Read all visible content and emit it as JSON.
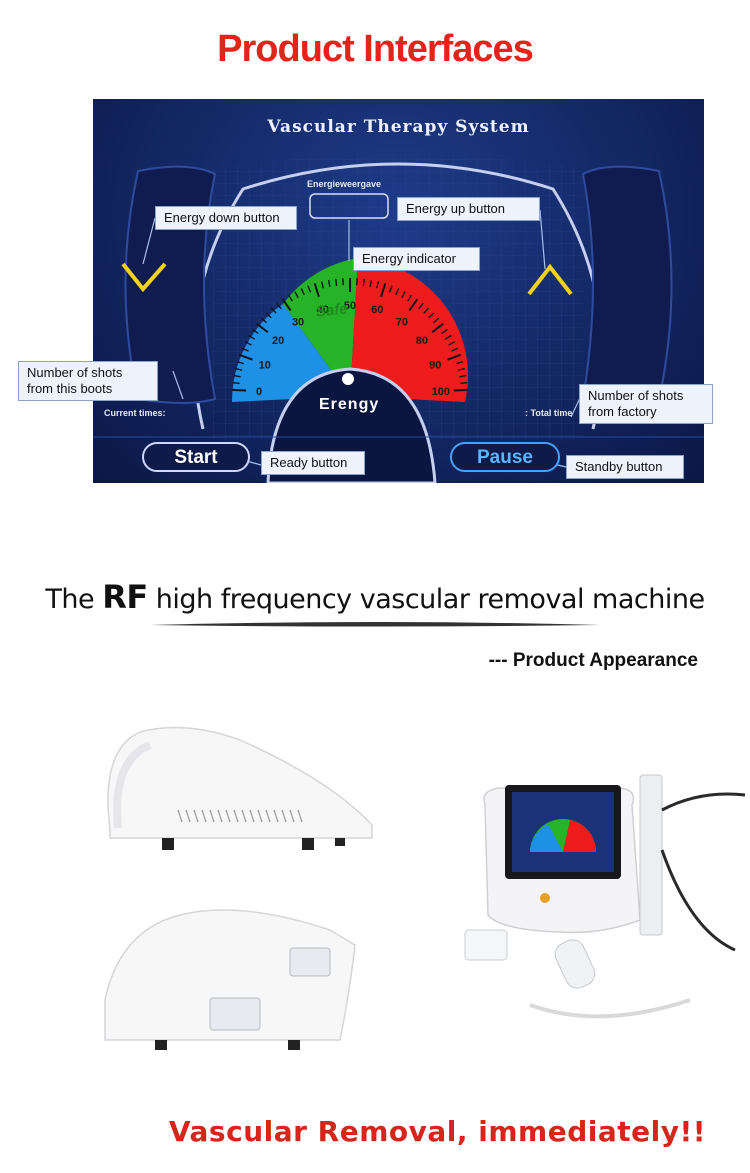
{
  "header": {
    "title": "Product Interfaces"
  },
  "screen": {
    "title": "Vascular Therapy System",
    "display_label": "Energieweergave",
    "gauge_label": "Erengy",
    "safe_label": "Safe",
    "ticks": [
      "0",
      "10",
      "20",
      "30",
      "40",
      "50",
      "60",
      "70",
      "80",
      "90",
      "100"
    ],
    "current_times": "Current times:",
    "total_times": ": Total time",
    "start_label": "Start",
    "pause_label": "Pause",
    "colors": {
      "blue": "#1e90e6",
      "green": "#27b327",
      "red": "#ee1c1c",
      "chevron": "#f2d21b"
    }
  },
  "callouts": {
    "energy_down": "Energy down button",
    "energy_up": "Energy up button",
    "energy_indicator": "Energy indicator",
    "shots_boots": "Number of shots from this boots",
    "shots_factory": "Number of shots from factory",
    "ready": "Ready button",
    "standby": "Standby button"
  },
  "appearance": {
    "title_pre": "The ",
    "title_rf": "RF",
    "title_post": " high frequency vascular removal machine",
    "subtitle": "--- Product Appearance"
  },
  "footer": {
    "text": "Vascular Removal, immediately!!"
  }
}
